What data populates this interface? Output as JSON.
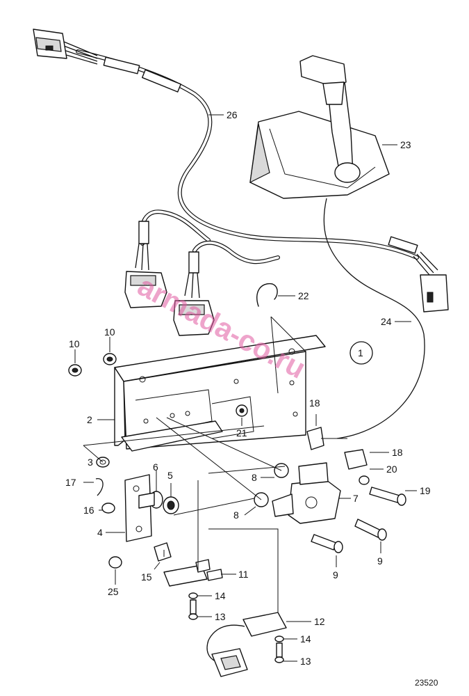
{
  "drawing_number": "23520",
  "watermark": "armada-co.ru",
  "callouts": {
    "c1": "1",
    "c2": "2",
    "c3": "3",
    "c4": "4",
    "c5": "5",
    "c6": "6",
    "c7": "7",
    "c8a": "8",
    "c8b": "8",
    "c9a": "9",
    "c9b": "9",
    "c10a": "10",
    "c10b": "10",
    "c11": "11",
    "c12": "12",
    "c13a": "13",
    "c13b": "13",
    "c14a": "14",
    "c14b": "14",
    "c15": "15",
    "c16": "16",
    "c17": "17",
    "c18a": "18",
    "c18b": "18",
    "c19": "19",
    "c20": "20",
    "c21": "21",
    "c22": "22",
    "c23": "23",
    "c24": "24",
    "c25": "25",
    "c26": "26"
  }
}
